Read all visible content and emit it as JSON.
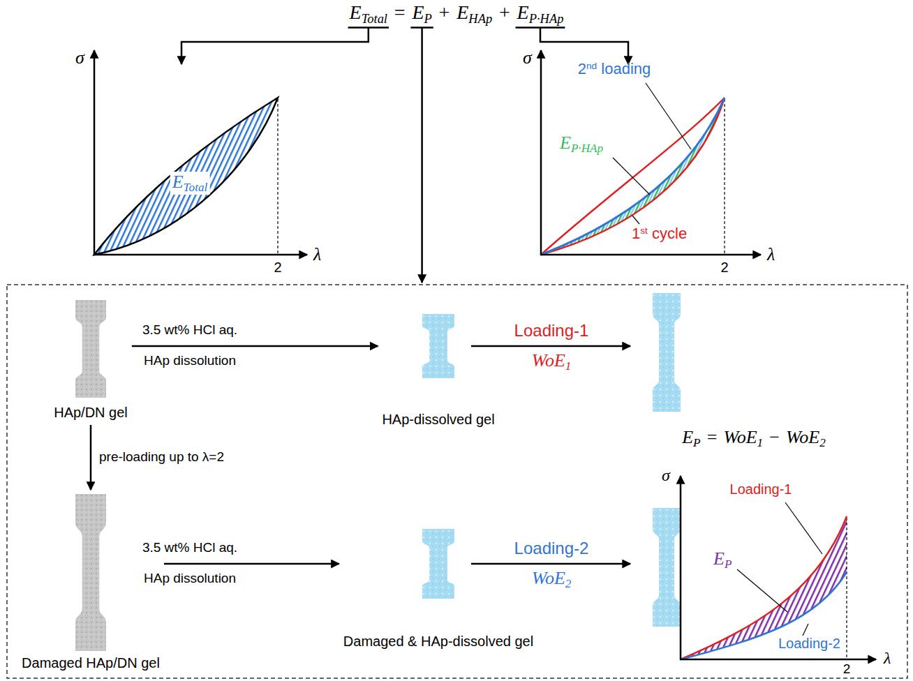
{
  "diagram": {
    "nodes": [
      {
        "text": [
          "HAp/DN gel"
        ]
      },
      {
        "text": [
          "HAp-dissolved gel"
        ]
      },
      {
        "text": [
          "Damaged HAp/DN gel"
        ]
      },
      {
        "text": [
          "Damaged & HAp-dissolved gel"
        ]
      }
    ],
    "edges": [
      {
        "from": 0,
        "to": 1,
        "arrow": "to"
      },
      {
        "from": 0,
        "to": 2,
        "arrow": "to",
        "label": "pre-loading up to λ=2"
      },
      {
        "from": 2,
        "to": 3,
        "arrow": "to"
      }
    ],
    "labels": [
      "E",
      "Total",
      "=",
      "E",
      "P",
      "+",
      "E",
      "HAp",
      "+",
      "E",
      "P·HAp",
      "σ",
      "λ",
      "2",
      "E",
      "Total",
      "σ",
      "λ",
      "2",
      "2",
      "nd",
      "loading",
      "E",
      "P·HAp",
      "1",
      "st",
      "cycle",
      "3.5 wt% HCl aq.",
      "HAp dissolution",
      "Loading-1",
      "WoE",
      "1",
      "3.5 wt% HCl aq.",
      "HAp dissolution",
      "Loading-2",
      "WoE",
      "2",
      "E",
      "P",
      "=",
      "WoE",
      "1",
      "−",
      "WoE",
      "2",
      "σ",
      "λ",
      "2",
      "Loading-1",
      "E",
      "P",
      "Loading-2"
    ]
  }
}
